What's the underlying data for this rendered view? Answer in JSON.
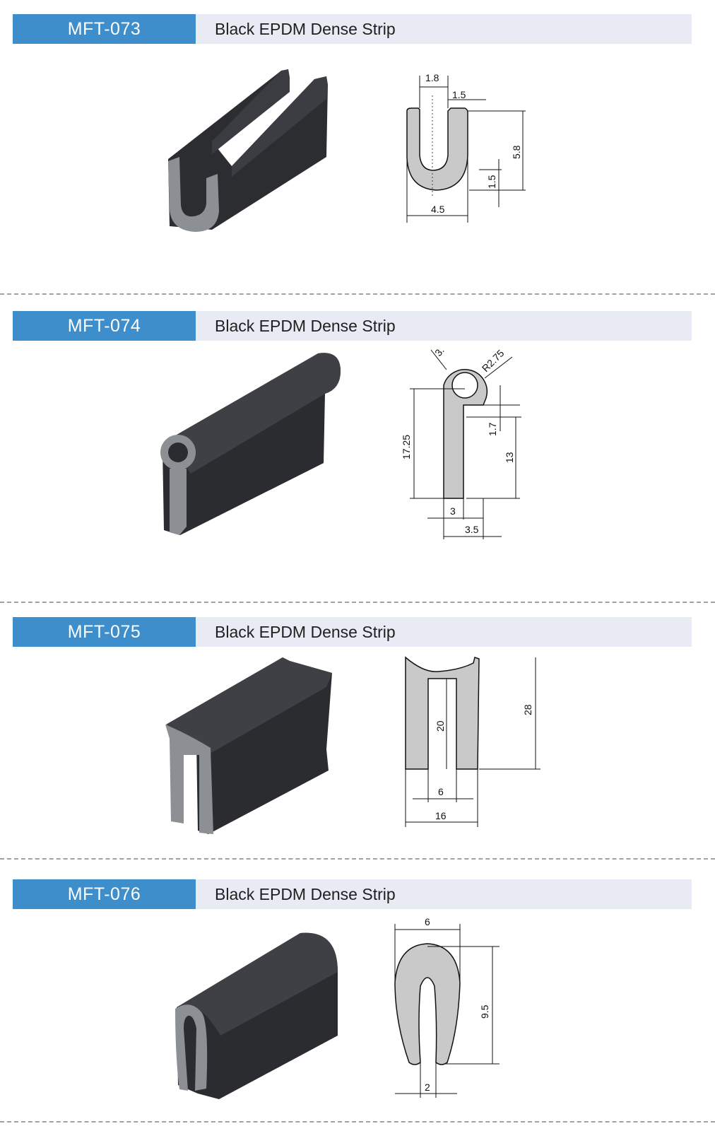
{
  "products": [
    {
      "code": "MFT-073",
      "title": "Black EPDM Dense Strip",
      "dimensions": {
        "top_left": "1.8",
        "top_right": "1.5",
        "height": "5.8",
        "base": "1.5",
        "width": "4.5"
      }
    },
    {
      "code": "MFT-074",
      "title": "Black EPDM Dense Strip",
      "dimensions": {
        "diameter_partial": "3.",
        "radius": "R2.75",
        "total_height": "17.25",
        "gap": "1.7",
        "body_height": "13",
        "thickness": "3",
        "lip": "3.5"
      }
    },
    {
      "code": "MFT-075",
      "title": "Black EPDM Dense Strip",
      "dimensions": {
        "inner_depth": "20",
        "total_height": "28",
        "gap": "6",
        "width": "16"
      }
    },
    {
      "code": "MFT-076",
      "title": "Black EPDM Dense Strip",
      "dimensions": {
        "width": "6",
        "height": "9.5",
        "opening": "2"
      }
    }
  ],
  "colors": {
    "accent_tab": "#3d8ecb",
    "header_band": "#e9ebf4",
    "rubber": "#2b2d31",
    "rubber_face": "#8c8f93"
  }
}
